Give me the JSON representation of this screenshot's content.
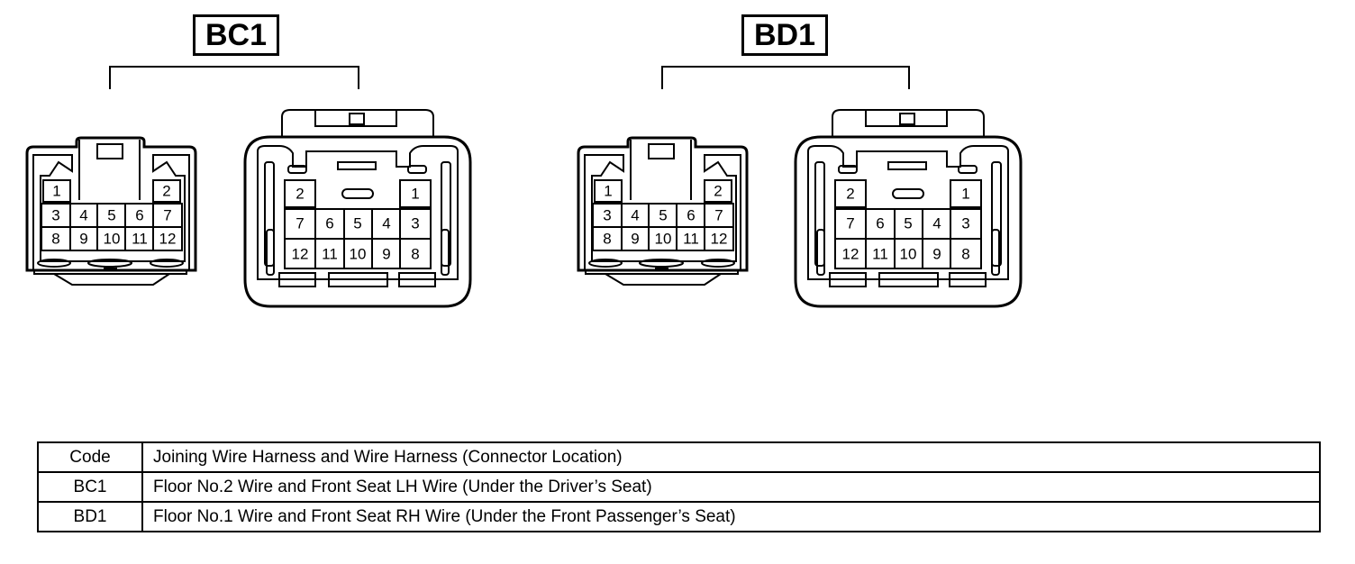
{
  "connectors": [
    {
      "code": "BC1",
      "female_pins": [
        "1",
        "2",
        "3",
        "4",
        "5",
        "6",
        "7",
        "8",
        "9",
        "10",
        "11",
        "12"
      ],
      "male_pins": [
        "2",
        "1",
        "7",
        "6",
        "5",
        "4",
        "3",
        "12",
        "11",
        "10",
        "9",
        "8"
      ]
    },
    {
      "code": "BD1",
      "female_pins": [
        "1",
        "2",
        "3",
        "4",
        "5",
        "6",
        "7",
        "8",
        "9",
        "10",
        "11",
        "12"
      ],
      "male_pins": [
        "2",
        "1",
        "7",
        "6",
        "5",
        "4",
        "3",
        "12",
        "11",
        "10",
        "9",
        "8"
      ]
    }
  ],
  "legend": {
    "header": {
      "code": "Code",
      "description": "Joining Wire Harness and Wire Harness (Connector Location)"
    },
    "rows": [
      {
        "code": "BC1",
        "description": "Floor No.2 Wire and Front Seat LH Wire (Under the Driver’s Seat)"
      },
      {
        "code": "BD1",
        "description": "Floor No.1 Wire and Front Seat RH Wire (Under the Front Passenger’s Seat)"
      }
    ]
  }
}
